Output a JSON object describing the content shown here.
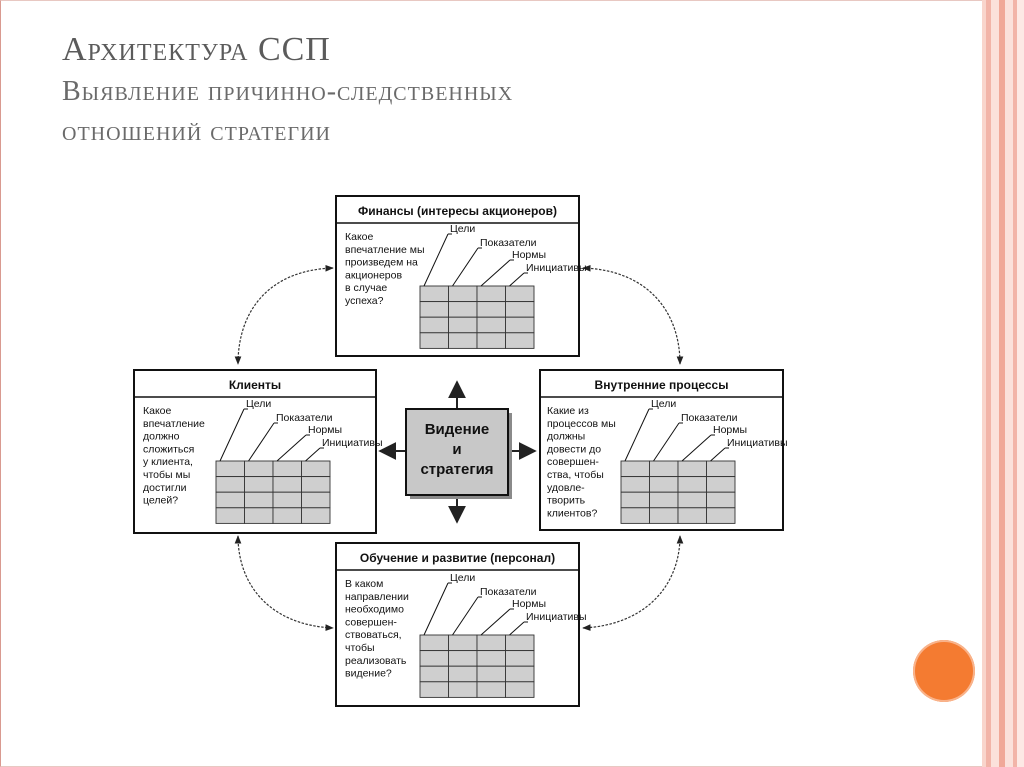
{
  "title": {
    "line1": "Архитектура ССП",
    "line2": "Выявление причинно-следственных",
    "line3": "отношений стратегии"
  },
  "center": {
    "line1": "Видение",
    "line2": "и",
    "line3": "стратегия"
  },
  "grid_labels": {
    "goals": "Цели",
    "indicators": "Показатели",
    "norms": "Нормы",
    "initiatives": "Инициативы"
  },
  "boxes": [
    {
      "id": "finance",
      "title": "Финансы (интересы акционеров)",
      "question": [
        "Какое",
        "впечатление мы",
        "произведем на",
        "акционеров",
        "в случае",
        "успеха?"
      ]
    },
    {
      "id": "clients",
      "title": "Клиенты",
      "question": [
        "Какое",
        "впечатление",
        "должно",
        "сложиться",
        "у клиента,",
        "чтобы мы",
        "достигли",
        "целей?"
      ]
    },
    {
      "id": "processes",
      "title": "Внутренние процессы",
      "question": [
        "Какие из",
        "процессов мы",
        "должны",
        "довести до",
        "совершен-",
        "ства, чтобы",
        "удовле-",
        "творить",
        "клиентов?"
      ]
    },
    {
      "id": "learning",
      "title": "Обучение и развитие (персонал)",
      "question": [
        "В каком",
        "направлении",
        "необходимо",
        "совершен-",
        "ствоваться,",
        "чтобы",
        "реализовать",
        "видение?"
      ]
    }
  ],
  "colors": {
    "title_text": "#5b5b5b",
    "accent_circle": "#f47b31",
    "stripe_light": "#f9d5cc",
    "stripe_dark": "#f0a898",
    "center_box": "#c8c8c8",
    "grid_cell": "#d0d0d0"
  }
}
